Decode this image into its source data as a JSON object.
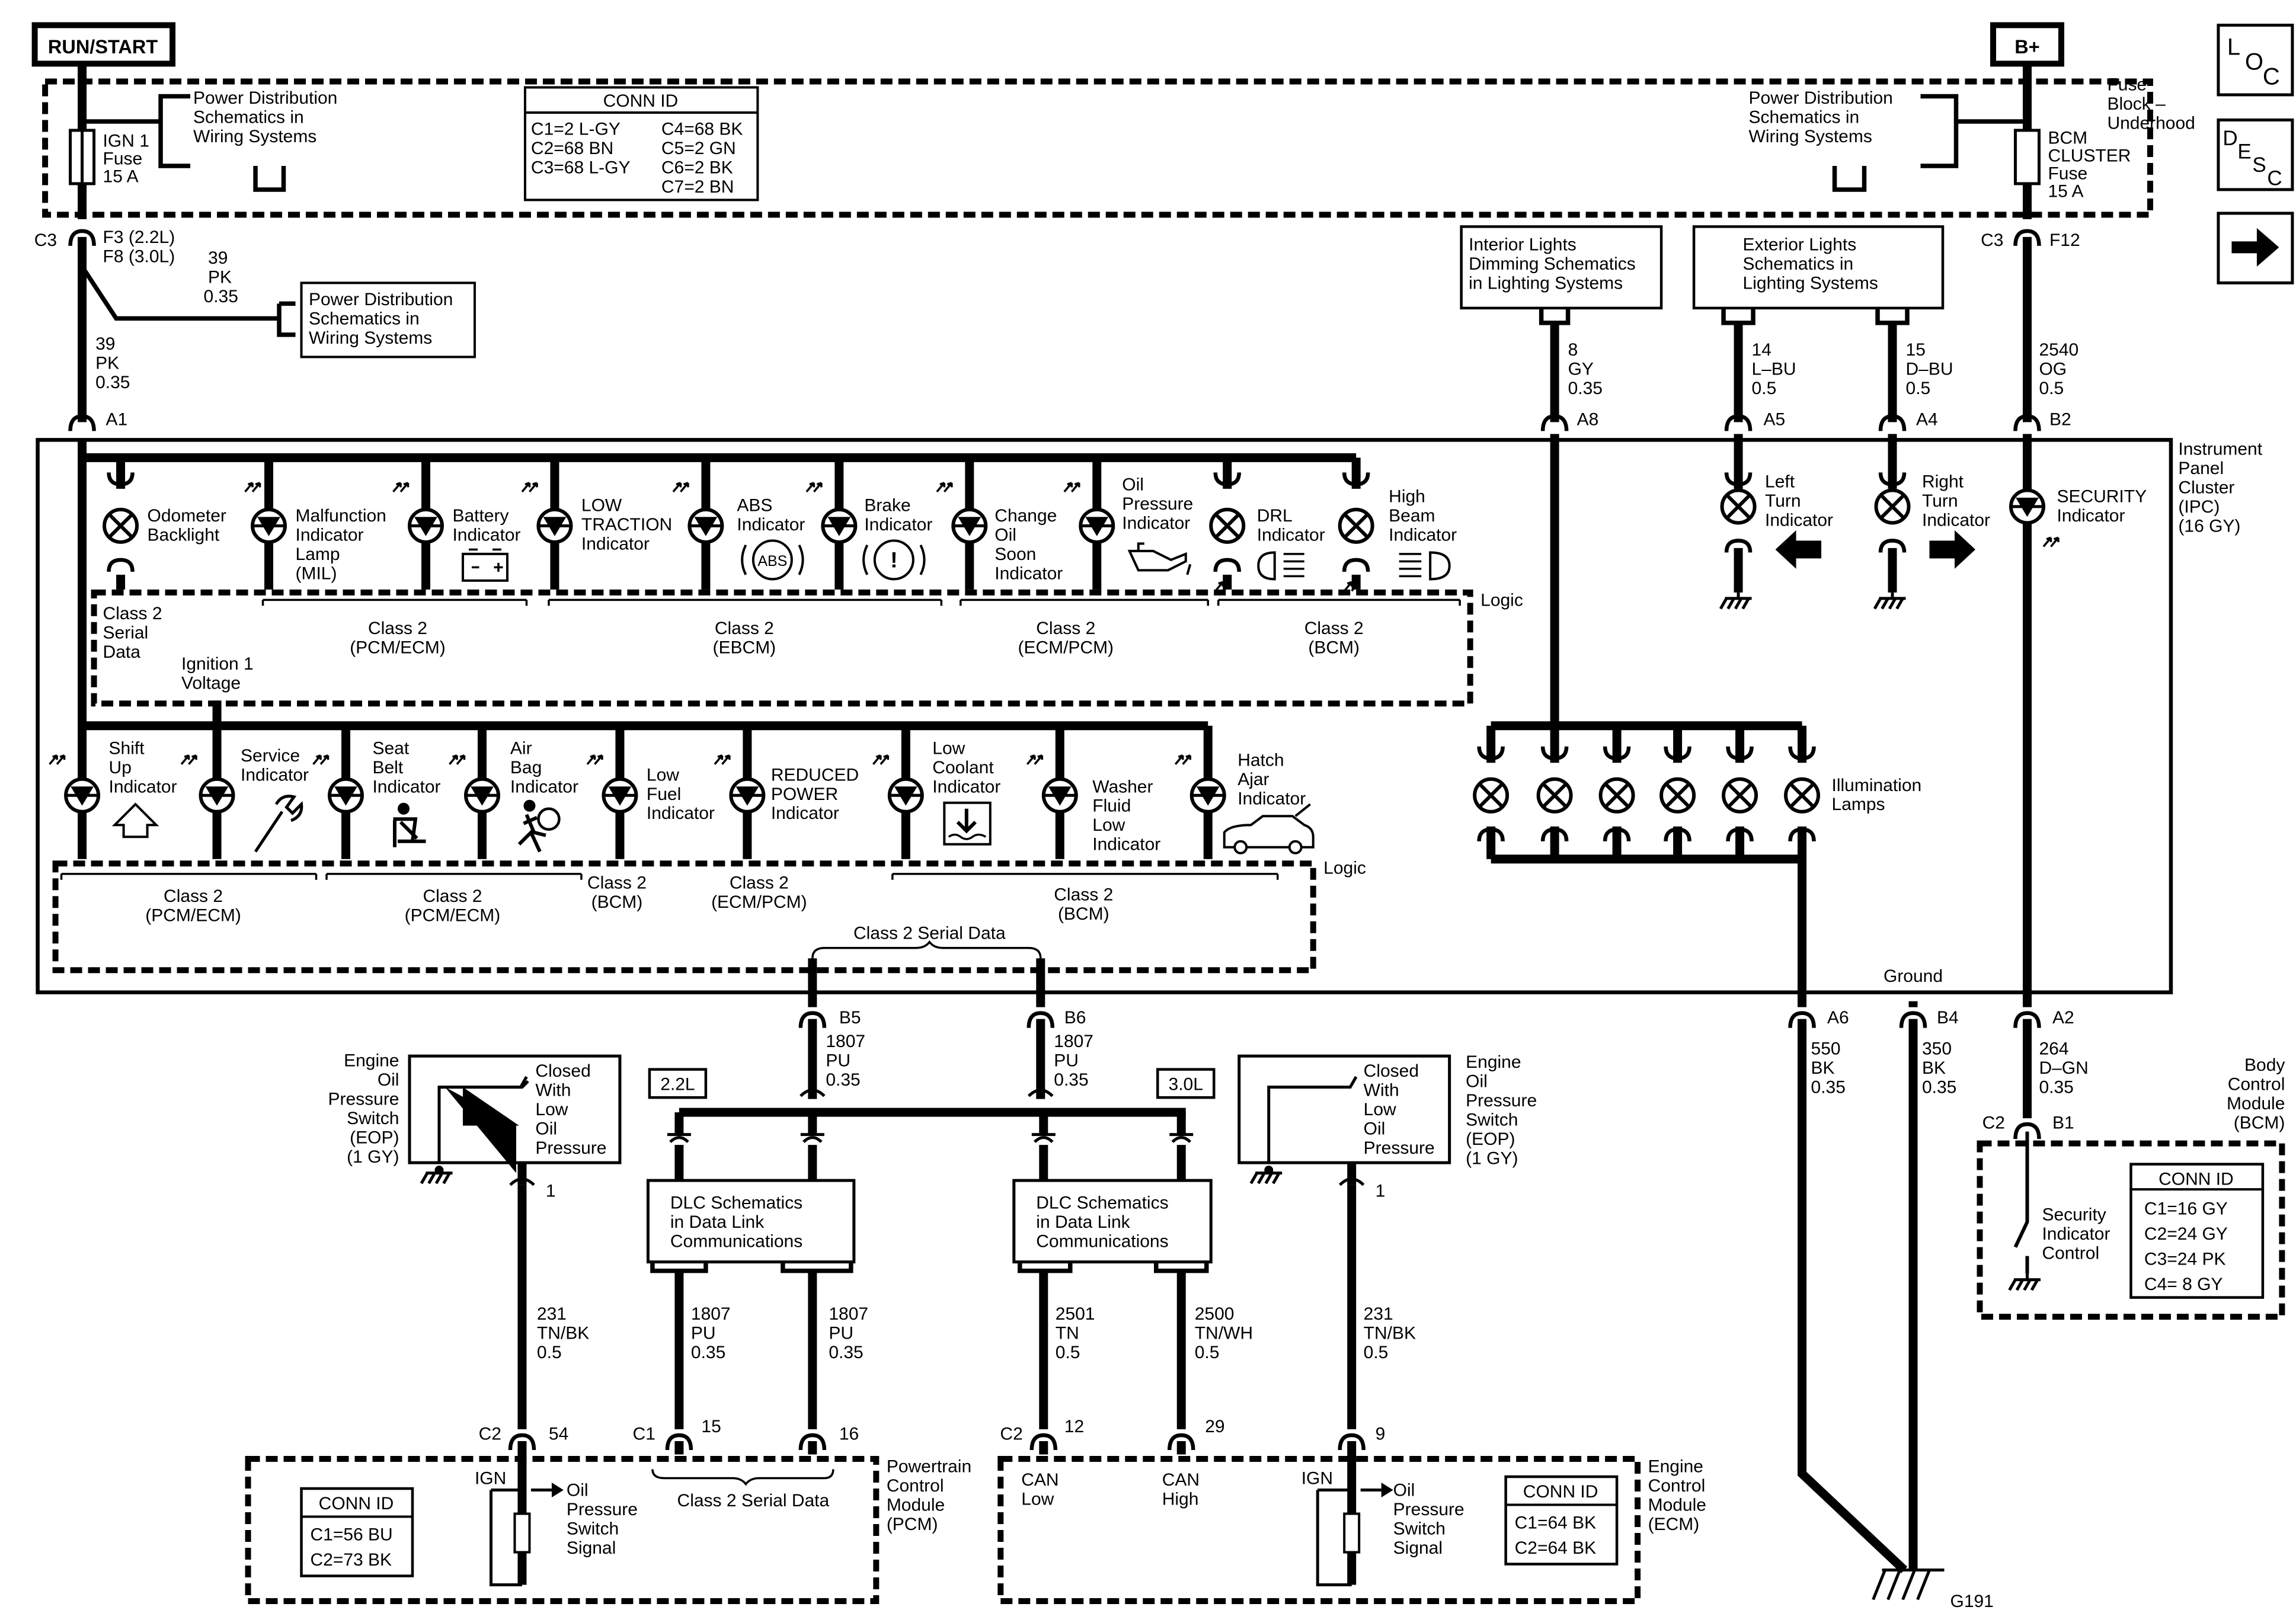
{
  "header": {
    "run_start": "RUN/START",
    "b_plus": "B+"
  },
  "nav": {
    "loc_l": "L",
    "loc_o": "O",
    "loc_c": "C",
    "desc_d": "D",
    "desc_e": "E",
    "desc_s": "S",
    "desc_c": "C"
  },
  "top": {
    "pd1": [
      "Power Distribution",
      "Schematics in",
      "Wiring Systems"
    ],
    "ign1_fuse": [
      "IGN 1",
      "Fuse",
      "15 A"
    ],
    "conn_title": "CONN ID",
    "conn_left": [
      "C1=2 L-GY",
      "C2=68 BN",
      "C3=68 L-GY"
    ],
    "conn_right": [
      "C4=68 BK",
      "C5=2 GN",
      "C6=2 BK",
      "C7=2 BN"
    ],
    "pd2": [
      "Power Distribution",
      "Schematics in",
      "Wiring Systems"
    ],
    "bcm_fuse": [
      "BCM",
      "CLUSTER",
      "Fuse",
      "15 A"
    ],
    "fuse_block": [
      "Fuse",
      "Block –",
      "Underhood"
    ]
  },
  "left_feed": {
    "c3": "C3",
    "f3": "F3 (2.2L)",
    "f8": "F8 (3.0L)",
    "w1": [
      "39",
      "PK",
      "0.35"
    ],
    "pd3": [
      "Power Distribution",
      "Schematics in",
      "Wiring Systems"
    ],
    "w2": [
      "39",
      "PK",
      "0.35"
    ],
    "a1": "A1"
  },
  "right_feed": {
    "int": [
      "Interior Lights",
      "Dimming Schematics",
      "in Lighting Systems"
    ],
    "ext": [
      "Exterior Lights",
      "Schematics in",
      "Lighting Systems"
    ],
    "c3": "C3",
    "f12": "F12",
    "w8": [
      "8",
      "GY",
      "0.35"
    ],
    "a8": "A8",
    "w14": [
      "14",
      "L–BU",
      "0.5"
    ],
    "a5": "A5",
    "w15": [
      "15",
      "D–BU",
      "0.5"
    ],
    "a4": "A4",
    "w2540": [
      "2540",
      "OG",
      "0.5"
    ],
    "b2": "B2"
  },
  "ipc": {
    "title": [
      "Instrument",
      "Panel",
      "Cluster",
      "(IPC)",
      "(16 GY)"
    ],
    "row1": {
      "odometer": [
        "Odometer",
        "Backlight"
      ],
      "mil": [
        "Malfunction",
        "Indicator",
        "Lamp",
        "(MIL)"
      ],
      "battery": [
        "Battery",
        "Indicator"
      ],
      "low_traction": [
        "LOW",
        "TRACTION",
        "Indicator"
      ],
      "abs": [
        "ABS",
        "Indicator"
      ],
      "abs_sym": "ABS",
      "brake": [
        "Brake",
        "Indicator"
      ],
      "brake_sym": "!",
      "change_oil": [
        "Change",
        "Oil",
        "Soon",
        "Indicator"
      ],
      "oil_press": [
        "Oil",
        "Pressure",
        "Indicator"
      ],
      "drl": [
        "DRL",
        "Indicator"
      ],
      "high_beam": [
        "High",
        "Beam",
        "Indicator"
      ],
      "left_turn": [
        "Left",
        "Turn",
        "Indicator"
      ],
      "right_turn": [
        "Right",
        "Turn",
        "Indicator"
      ],
      "security": [
        "SECURITY",
        "Indicator"
      ]
    },
    "logic1": {
      "serial": [
        "Class 2",
        "Serial",
        "Data"
      ],
      "pcm": [
        "Class 2",
        "(PCM/ECM)"
      ],
      "ebcm": [
        "Class 2",
        "(EBCM)"
      ],
      "ecm": [
        "Class 2",
        "(ECM/PCM)"
      ],
      "bcm": [
        "Class 2",
        "(BCM)"
      ],
      "logic": "Logic",
      "ign_volt": [
        "Ignition 1",
        "Voltage"
      ]
    },
    "row2": {
      "shift_up": [
        "Shift",
        "Up",
        "Indicator"
      ],
      "service": [
        "Service",
        "Indicator"
      ],
      "seat_belt": [
        "Seat",
        "Belt",
        "Indicator"
      ],
      "air_bag": [
        "Air",
        "Bag",
        "Indicator"
      ],
      "low_fuel": [
        "Low",
        "Fuel",
        "Indicator"
      ],
      "reduced": [
        "REDUCED",
        "POWER",
        "Indicator"
      ],
      "coolant": [
        "Low",
        "Coolant",
        "Indicator"
      ],
      "washer": [
        "Washer",
        "Fluid",
        "Low",
        "Indicator"
      ],
      "hatch": [
        "Hatch",
        "Ajar",
        "Indicator"
      ],
      "illum": [
        "Illumination",
        "Lamps"
      ]
    },
    "logic2": {
      "pcm1": [
        "Class 2",
        "(PCM/ECM)"
      ],
      "pcm2": [
        "Class 2",
        "(PCM/ECM)"
      ],
      "bcm1": [
        "Class 2",
        "(BCM)"
      ],
      "ecm": [
        "Class 2",
        "(ECM/PCM)"
      ],
      "bcm2": [
        "Class 2",
        "(BCM)"
      ],
      "logic": "Logic",
      "serial": "Class 2 Serial Data",
      "ground": "Ground"
    }
  },
  "lower": {
    "b5": "B5",
    "w_b5": [
      "1807",
      "PU",
      "0.35"
    ],
    "b6": "B6",
    "w_b6": [
      "1807",
      "PU",
      "0.35"
    ],
    "a6": "A6",
    "w_a6": [
      "550",
      "BK",
      "0.35"
    ],
    "b4": "B4",
    "w_b4": [
      "350",
      "BK",
      "0.35"
    ],
    "a2": "A2",
    "w_a2": [
      "264",
      "D–GN",
      "0.35"
    ],
    "c2b1": "C2",
    "b1": "B1",
    "tag22": "2.2L",
    "tag30": "3.0L",
    "eop_left": [
      "Engine",
      "Oil",
      "Pressure",
      "Switch",
      "(EOP)",
      "(1 GY)"
    ],
    "eop_right": [
      "Engine",
      "Oil",
      "Pressure",
      "Switch",
      "(EOP)",
      "(1 GY)"
    ],
    "closed": [
      "Closed",
      "With",
      "Low",
      "Oil",
      "Pressure"
    ],
    "pin1": "1",
    "dlc": [
      "DLC Schematics",
      "in Data Link",
      "Communications"
    ],
    "bcm_title": [
      "Body",
      "Control",
      "Module",
      "(BCM)"
    ],
    "bcm_conn": [
      "CONN ID",
      "C1=16 GY",
      "C2=24 GY",
      "C3=24 PK",
      "C4=  8 GY"
    ],
    "sec_ctrl": [
      "Security",
      "Indicator",
      "Control"
    ],
    "w231": [
      "231",
      "TN/BK",
      "0.5"
    ],
    "w1807": [
      "1807",
      "PU",
      "0.35"
    ],
    "w2501": [
      "2501",
      "TN",
      "0.5"
    ],
    "w2500": [
      "2500",
      "TN/WH",
      "0.5"
    ],
    "pcm": {
      "c2": "C2",
      "p54": "54",
      "c1": "C1",
      "p15": "15",
      "p16": "16",
      "title": [
        "Powertrain",
        "Control",
        "Module",
        "(PCM)"
      ],
      "conn": [
        "CONN ID",
        "C1=56 BU",
        "C2=73 BK"
      ],
      "ign": "IGN",
      "signal": [
        "Oil",
        "Pressure",
        "Switch",
        "Signal"
      ],
      "serial": "Class 2 Serial Data"
    },
    "ecm": {
      "c2": "C2",
      "p12": "12",
      "p29": "29",
      "p9": "9",
      "can_low": [
        "CAN",
        "Low"
      ],
      "can_high": [
        "CAN",
        "High"
      ],
      "title": [
        "Engine",
        "Control",
        "Module",
        "(ECM)"
      ],
      "conn": [
        "CONN ID",
        "C1=64 BK",
        "C2=64 BK"
      ],
      "ign": "IGN",
      "signal": [
        "Oil",
        "Pressure",
        "Switch",
        "Signal"
      ]
    },
    "g191": "G191"
  }
}
